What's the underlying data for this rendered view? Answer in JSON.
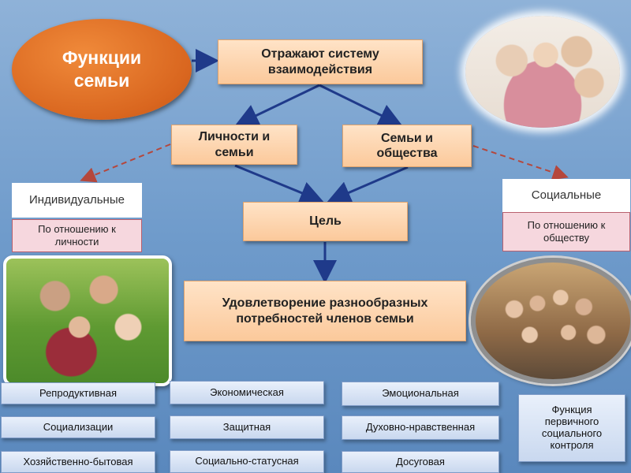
{
  "title": "Функции семьи",
  "top_box": "Отражают систему взаимодействия",
  "left_box": "Личности и семьи",
  "right_box": "Семьи и общества",
  "goal_box": "Цель",
  "result_box": "Удовлетворение разнообразных потребностей членов семьи",
  "individual": {
    "title": "Индивидуальные",
    "sub": "По отношению к личности"
  },
  "social": {
    "title": "Социальные",
    "sub": "По отношению к обществу"
  },
  "functions": {
    "col1": [
      "Репродуктивная",
      "Социализации",
      "Хозяйственно-бытовая"
    ],
    "col2": [
      "Экономическая",
      "Защитная",
      "Социально-статусная"
    ],
    "col3": [
      "Эмоциональная",
      "Духовно-нравственная",
      "Досуговая"
    ],
    "control": "Функция первичного социального контроля"
  },
  "colors": {
    "orange": "#d9661f",
    "arrow": "#1f3a8a",
    "dashed": "#b5473c"
  }
}
